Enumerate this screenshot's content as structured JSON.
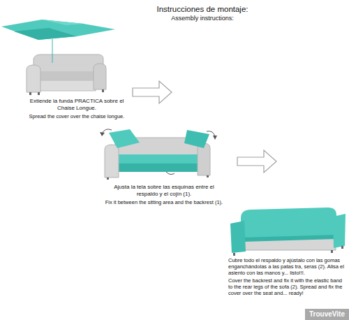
{
  "diagram": {
    "title": "Instrucciones de montaje:",
    "labels": [
      "Assembly instructions:",
      "Extiende la funda PRACTICA sobre el Chaise Longue.",
      "Spread the cover over the chaise longue.",
      "Ajusta la tela sobre las esquinas entre el respaldo y el cojín (1).",
      "Fix it between the sitting area and the backrest (1).",
      "Cubre todo el respaldo y ajústalo con las gomas enganchándolas a las patas tra, seras (2). Alisa el asiento con las manos y... listo!!!.",
      "Cover the backrest and fix it with the elastic band to the rear legs of the sofa (2). Spread and fix the cover over the seat and... ready!",
      "TrouveVite"
    ]
  }
}
